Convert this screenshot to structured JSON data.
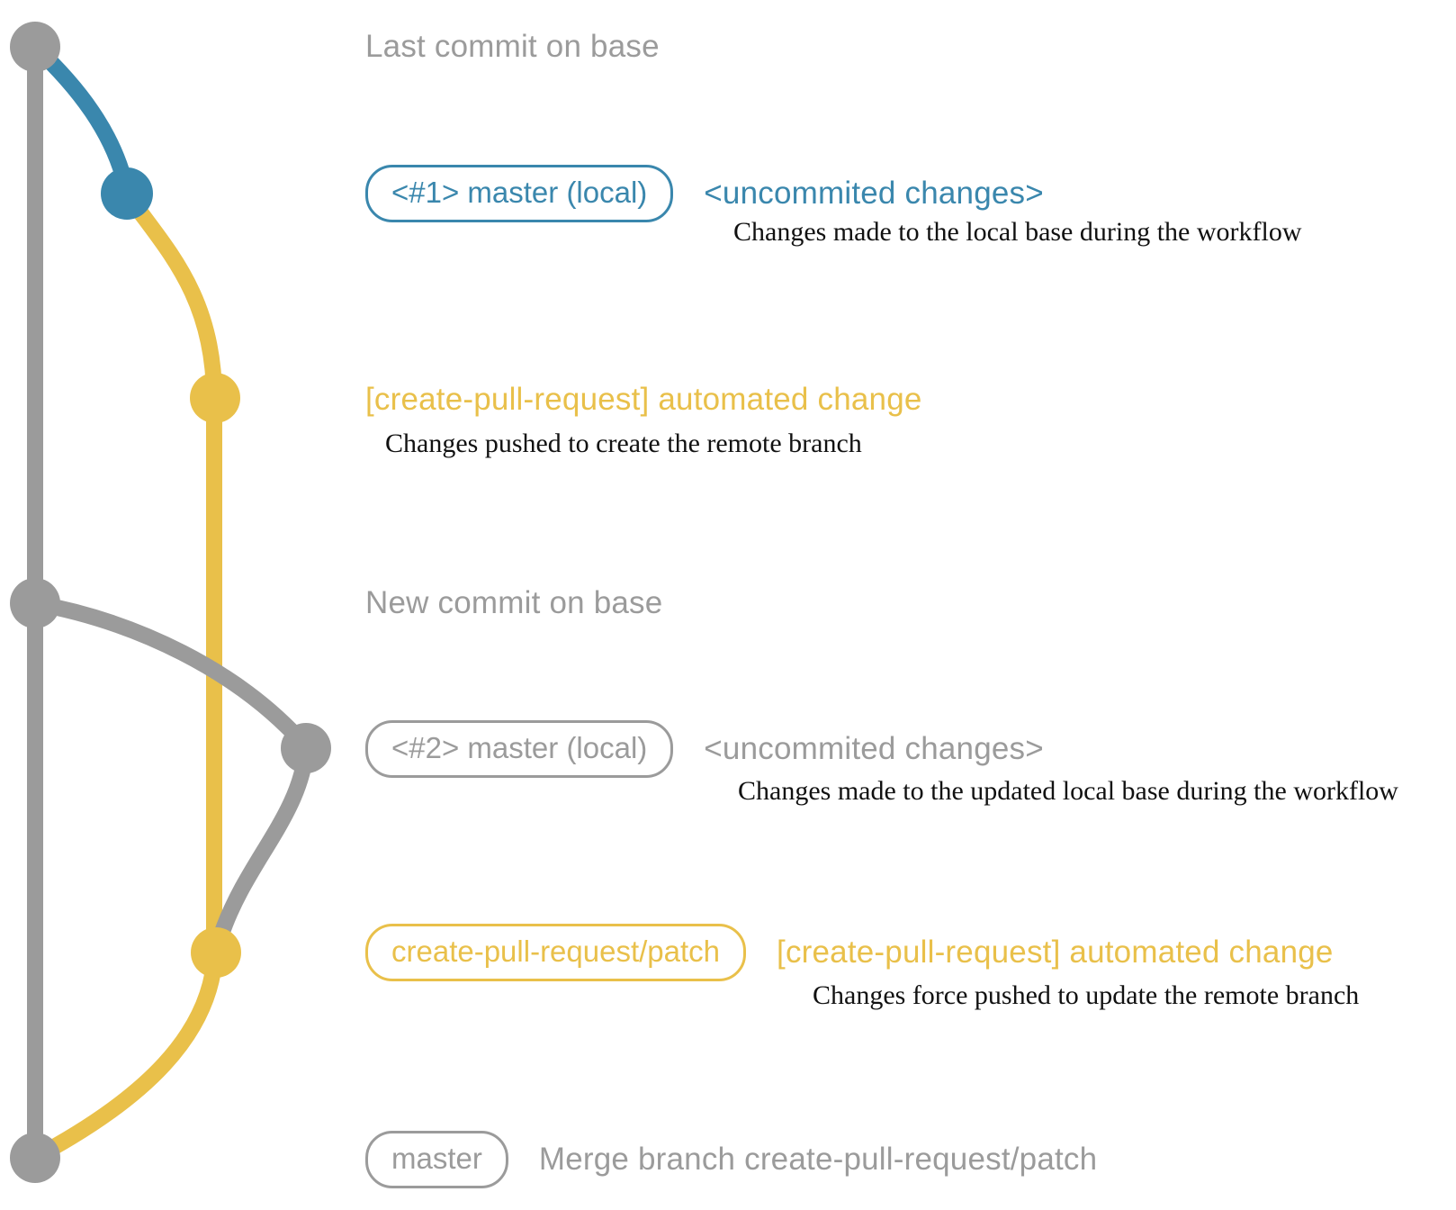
{
  "colors": {
    "gray": "#9b9b9b",
    "blue": "#3a87ad",
    "yellow": "#e9c04a",
    "ink": "#111111"
  },
  "rows": {
    "last_commit": {
      "label": "Last commit on base"
    },
    "commit1": {
      "badge": "<#1> master (local)",
      "label": "<uncommited changes>",
      "caption": "Changes made to the local base during the workflow"
    },
    "push1": {
      "label": "[create-pull-request] automated change",
      "caption": "Changes pushed to create the remote branch"
    },
    "new_commit": {
      "label": "New commit on base"
    },
    "commit2": {
      "badge": "<#2> master (local)",
      "label": "<uncommited changes>",
      "caption": "Changes made to the updated local base during the workflow"
    },
    "push2": {
      "badge": "create-pull-request/patch",
      "label": "[create-pull-request] automated change",
      "caption": "Changes force pushed to update the remote branch"
    },
    "merge": {
      "badge": "master",
      "label": "Merge branch create-pull-request/patch"
    }
  }
}
